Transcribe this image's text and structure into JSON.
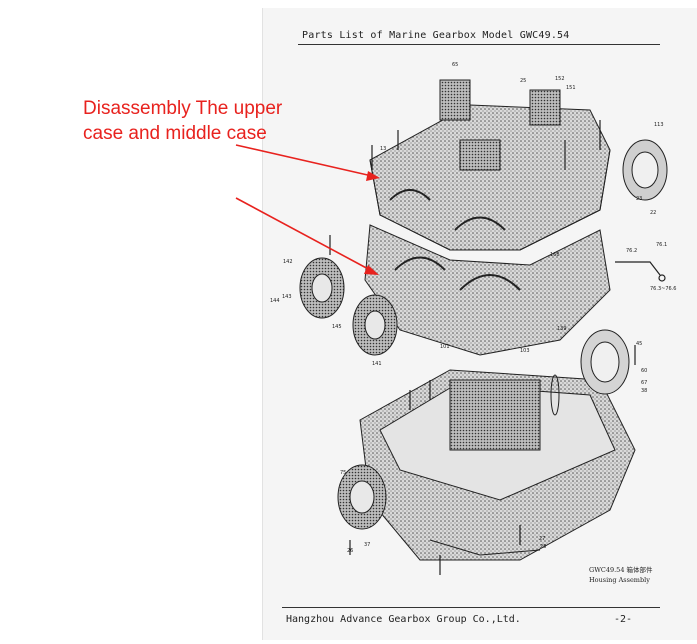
{
  "document": {
    "title": "Parts List of Marine Gearbox Model GWC49.54",
    "footer_company": "Hangzhou Advance Gearbox Group Co.,Ltd.",
    "page_number": "-2-",
    "caption_model": "GWC49.54 箱体部件",
    "caption_name": "Housing  Assembly"
  },
  "annotation": {
    "line1": "Disassembly The upper",
    "line2": "case and middle case",
    "color": "#e8221e"
  },
  "part_labels": [
    "65",
    "25",
    "152",
    "151",
    "113",
    "13",
    "23",
    "22",
    "76.1",
    "76.2",
    "76.3~76.6",
    "168",
    "142",
    "144",
    "143",
    "145",
    "141",
    "101",
    "103",
    "45",
    "60",
    "67",
    "38",
    "139",
    "75",
    "26",
    "37",
    "27",
    "28"
  ]
}
